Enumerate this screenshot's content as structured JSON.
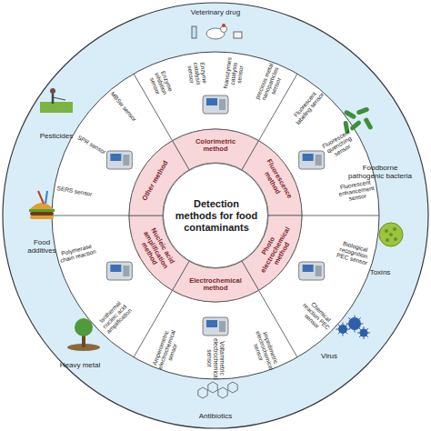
{
  "diagram": {
    "nodes": [
      {
        "text": [
          "Detection methods for food contaminants"
        ]
      },
      {
        "text": [
          "Colorimetric method"
        ]
      },
      {
        "text": [
          "Fluorescence method"
        ]
      },
      {
        "text": [
          "Photo electrochemical method"
        ]
      },
      {
        "text": [
          "Electrochemical method"
        ]
      },
      {
        "text": [
          "Nucleic acid amplification method"
        ]
      },
      {
        "text": [
          "Other method"
        ]
      }
    ],
    "labels": [
      "Enzyme inhibition sensor",
      "Enzyme catalysis sensor",
      "Nanozymes catalysis sensor",
      "precious metal nanoparticles sensor",
      "Fluorescent labeling sensor",
      "Fluorescent quenching sensor",
      "Fluorescent enhancement sensor",
      "Biological recognition PEC sensor",
      "Chemical reaction PEC sensor",
      "Impedimetric electrochemical sensor",
      "Voltammetric electrochemical sensor",
      "Amperometric electrochemical sensor",
      "Isothermal nucleic acid amplification",
      "Polymerase chain reaction",
      "SERS sensor",
      "SPR sensor",
      "MBSw sensor",
      "Veterinary drug",
      "Foodborne pathogenic bacteria",
      "Toxins",
      "Virus",
      "Antibiotics",
      "Heavy metal",
      "Food additives",
      "Pesticides"
    ]
  }
}
